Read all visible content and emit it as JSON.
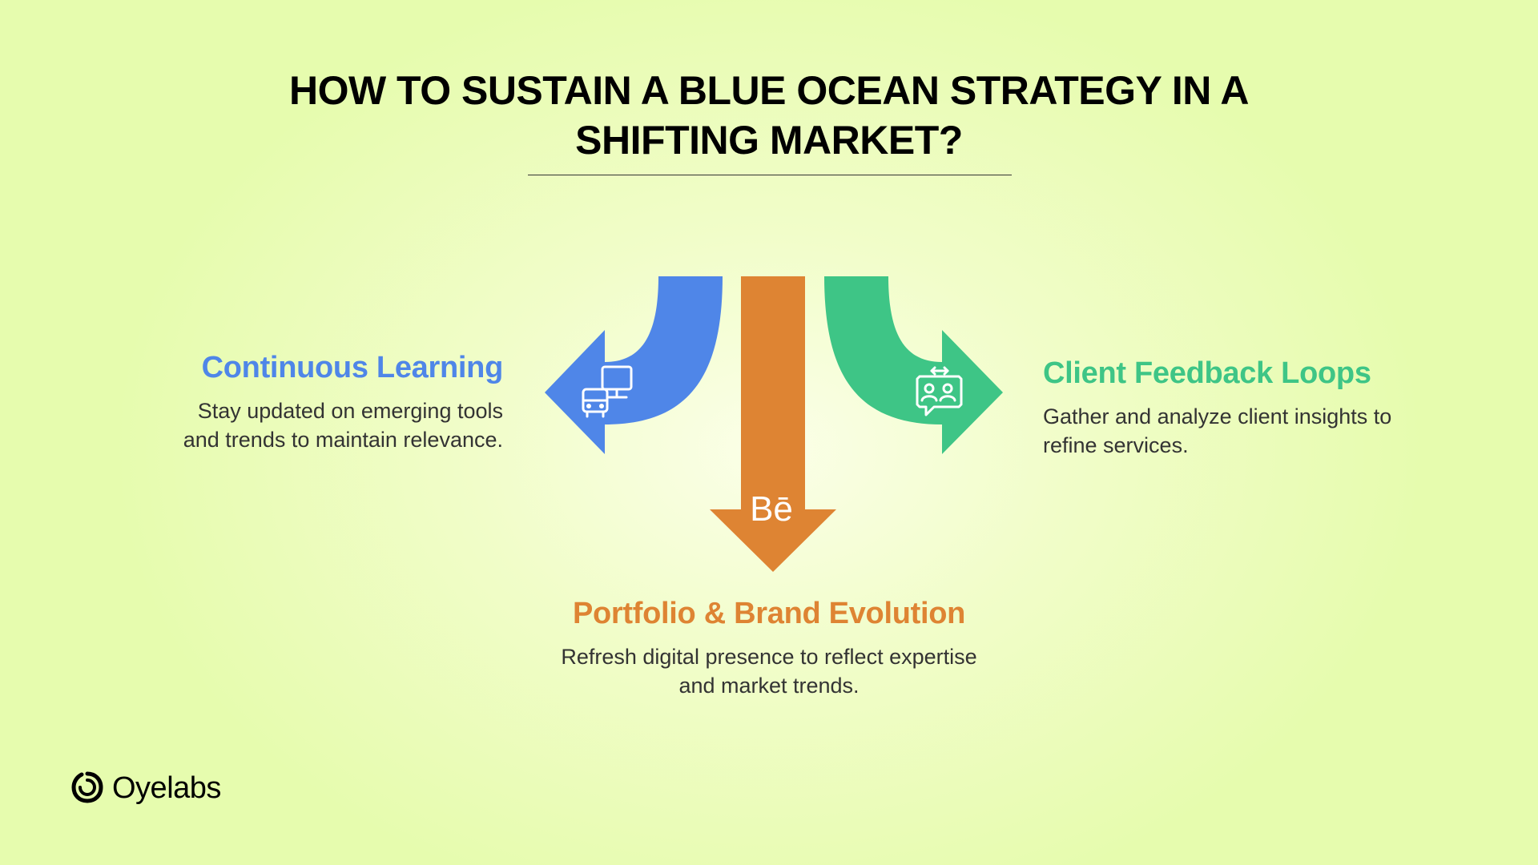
{
  "title": {
    "line1": "HOW TO SUSTAIN A BLUE OCEAN STRATEGY IN A",
    "line2": "SHIFTING MARKET?"
  },
  "items": [
    {
      "heading": "Continuous Learning",
      "description": "Stay updated on emerging tools and trends to maintain relevance.",
      "color": "#4f86e8",
      "icon": "learning-devices-icon"
    },
    {
      "heading": "Portfolio & Brand Evolution",
      "description": "Refresh digital presence to reflect expertise and market trends.",
      "color": "#de8433",
      "icon": "behance-icon"
    },
    {
      "heading": "Client Feedback Loops",
      "description": "Gather and analyze client insights to refine services.",
      "color": "#3ec586",
      "icon": "feedback-chat-icon"
    }
  ],
  "brand": {
    "name": "Oyelabs"
  }
}
